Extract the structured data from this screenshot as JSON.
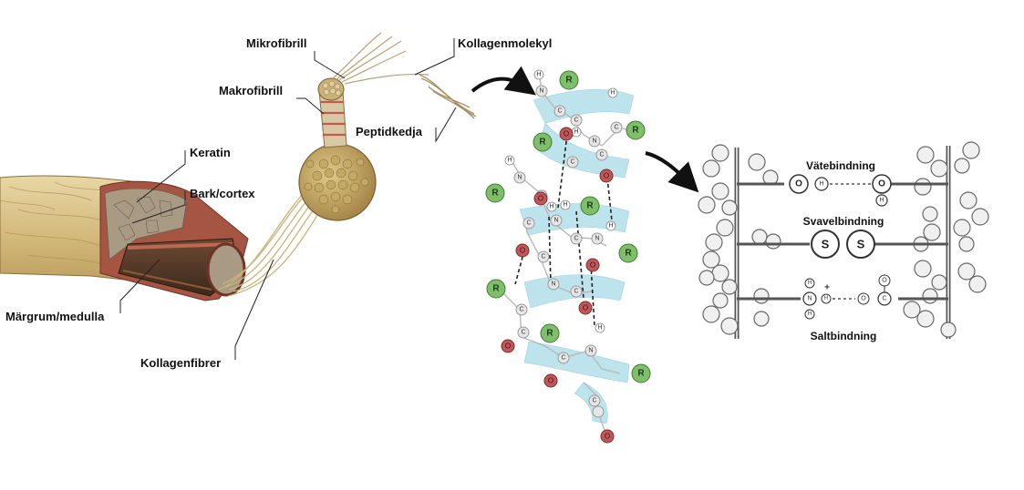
{
  "labels": {
    "mikrofibrill": "Mikrofibrill",
    "kollagenmolekyl": "Kollagenmolekyl",
    "makrofibrill": "Makrofibrill",
    "peptidkedja": "Peptidkedja",
    "keratin": "Keratin",
    "bark_cortex": "Bark/cortex",
    "margrum_medulla": "Märgrum/medulla",
    "kollagenfibrer": "Kollagenfibrer"
  },
  "bonds": {
    "vatebindning": "Vätebindning",
    "svavelbindning": "Svavelbindning",
    "saltbindning": "Saltbindning"
  },
  "atoms": {
    "R": "R",
    "O": "O",
    "N": "N",
    "C": "C",
    "H": "H",
    "S": "S",
    "plus": "+",
    "minus": "−"
  },
  "colors": {
    "helix": "#a8dbe8",
    "r_group": "#7fbf6a",
    "oxygen": "#c0585a",
    "hair": "#d9c08a",
    "cortex": "#b05a45"
  }
}
